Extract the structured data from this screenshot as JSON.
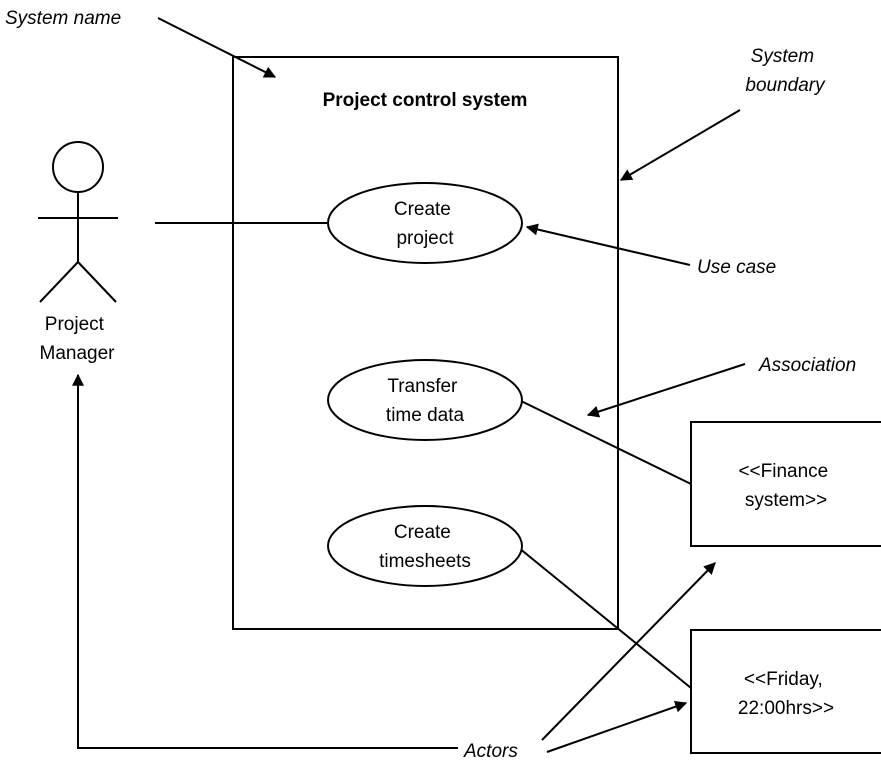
{
  "system": {
    "name": "Project control system"
  },
  "actors": [
    {
      "id": "project-manager",
      "lines": [
        "Project",
        "Manager"
      ]
    },
    {
      "id": "finance-system",
      "lines": [
        "<<Finance",
        "system>>"
      ]
    },
    {
      "id": "friday",
      "lines": [
        "<<Friday,",
        "22:00hrs>>"
      ]
    }
  ],
  "use_cases": [
    {
      "id": "create-project",
      "lines": [
        "Create",
        "project"
      ]
    },
    {
      "id": "transfer-time-data",
      "lines": [
        "Transfer",
        "time data"
      ]
    },
    {
      "id": "create-timesheets",
      "lines": [
        "Create",
        "timesheets"
      ]
    }
  ],
  "annotations": {
    "system_name": "System name",
    "system_boundary": [
      "System",
      "boundary"
    ],
    "use_case": "Use case",
    "association": "Association",
    "actors": "Actors"
  }
}
